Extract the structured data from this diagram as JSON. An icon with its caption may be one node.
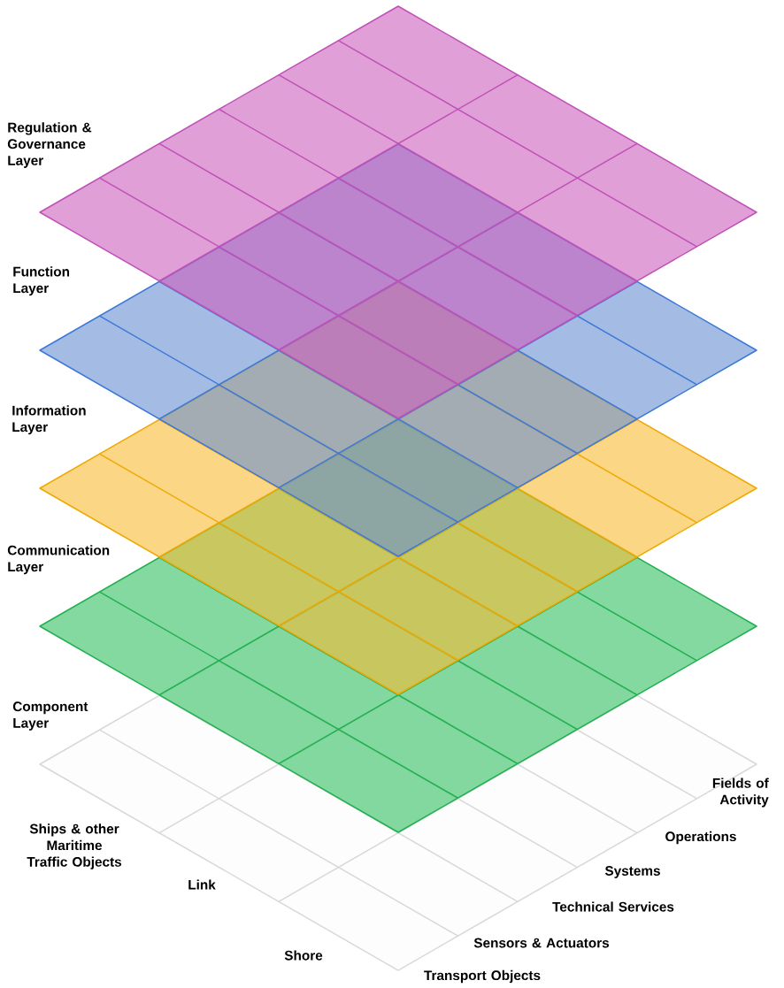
{
  "diagram": {
    "nodes": [
      {
        "text": [
          "Regulation & Governance Layer"
        ]
      },
      {
        "text": [
          "Function Layer"
        ]
      },
      {
        "text": [
          "Information Layer"
        ]
      },
      {
        "text": [
          "Communication Layer"
        ]
      },
      {
        "text": [
          "Component Layer"
        ]
      }
    ],
    "labels": [
      "Ships & other Maritime Traffic Objects",
      "Link",
      "Shore",
      "Fields of Activity",
      "Operations",
      "Systems",
      "Technical Services",
      "Sensors & Actuators",
      "Transport Objects"
    ]
  }
}
